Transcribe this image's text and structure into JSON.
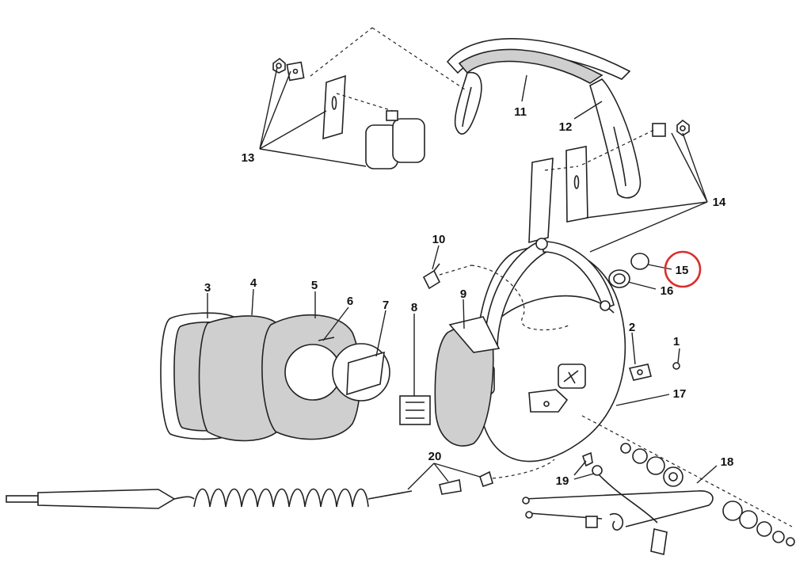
{
  "diagram": {
    "parts": {
      "p1": "1",
      "p2": "2",
      "p3": "3",
      "p4": "4",
      "p5": "5",
      "p6": "6",
      "p7": "7",
      "p8": "8",
      "p9": "9",
      "p10": "10",
      "p11": "11",
      "p12": "12",
      "p13": "13",
      "p14": "14",
      "p15": "15",
      "p16": "16",
      "p17": "17",
      "p18": "18",
      "p19": "19",
      "p20": "20"
    },
    "highlight": {
      "part": "15",
      "color": "#d9302c"
    },
    "colors": {
      "line": "#222222",
      "fill_gray": "#cfcfcf",
      "background": "#ffffff"
    }
  }
}
